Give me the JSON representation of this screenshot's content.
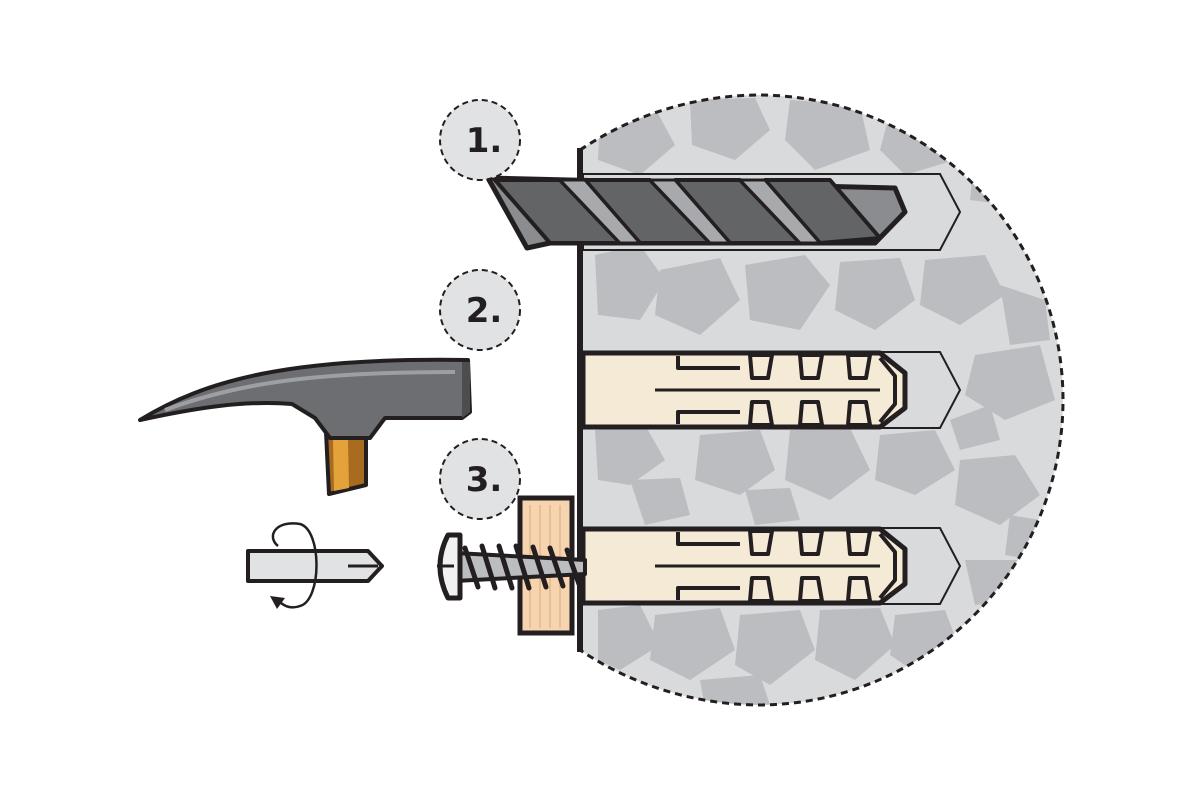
{
  "steps": [
    {
      "label": "1.",
      "tool": "drill-bit"
    },
    {
      "label": "2.",
      "tool": "hammer"
    },
    {
      "label": "3.",
      "tool": "screwdriver"
    }
  ],
  "colors": {
    "outline": "#231f20",
    "stone": "#bcbdc0",
    "wall": "#d9dadc",
    "steel": "#8a8c8f",
    "steel_dark": "#636466",
    "plug": "#f5ead6",
    "wood": "#f6d4b0",
    "handle": "#a86b1f",
    "step_badge": "#e1e2e3"
  }
}
